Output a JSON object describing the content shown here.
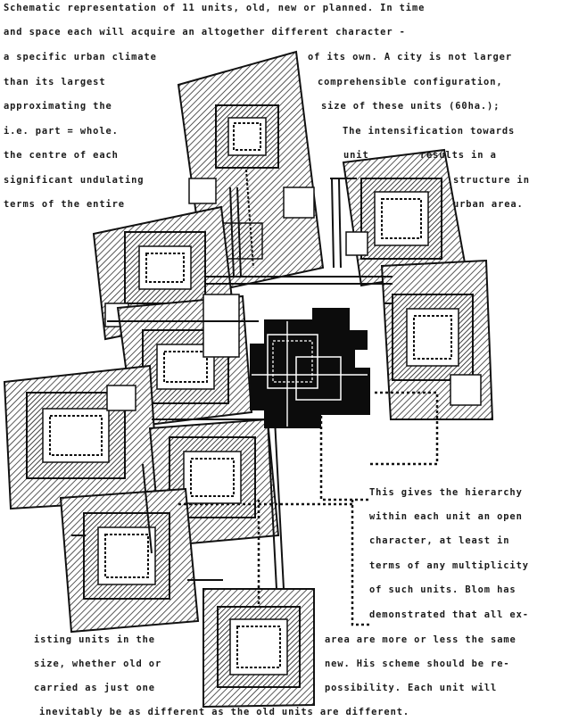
{
  "text": {
    "top": [
      "Schematic representation of 11 units, old, new or planned. In time",
      "and space each will acquire an altogether different character -"
    ],
    "left_column": [
      "a specific urban climate",
      "than its largest",
      "approximating the",
      "i.e. part = whole.",
      "the centre of each",
      "significant undulating",
      "terms of the entire"
    ],
    "right_column": [
      "of its own. A city is not larger",
      "comprehensible configuration,",
      "size of these units (60ha.);",
      "The intensification towards",
      "unit        results in a",
      "structure in",
      "urban area."
    ],
    "middle_right": [
      "This gives the hierarchy",
      "within each unit an open",
      "character, at least in",
      "terms of any multiplicity",
      "of such units. Blom has",
      "demonstrated that all ex-"
    ],
    "bottom_left": [
      "isting units in the",
      "size, whether old or",
      "carried as just one"
    ],
    "bottom_right": [
      "area are more or less the same",
      "new. His scheme should be re-",
      "possibility. Each unit will"
    ],
    "bottom_full": "inevitably be as different as the old units are different."
  }
}
